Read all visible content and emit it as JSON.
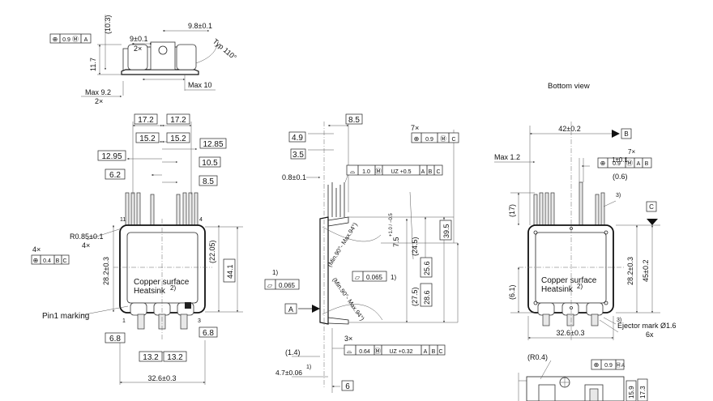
{
  "views": {
    "bottom_view_label": "Bottom view",
    "pin1_marking": "Pin1 marking",
    "heatsink_line1": "Copper surface",
    "heatsink_line2": "Heatsink",
    "heatsink_note": "2)",
    "ejector_mark": "Ejector mark Ø1.6",
    "ejector_count": "6x"
  },
  "dimensions": {
    "side_10_3": "(10.3)",
    "side_9_8": "9.8±0.1",
    "side_9": "9±0.1",
    "side_2x_a": "2×",
    "side_typ110": "Typ 110°",
    "side_11_7": "11.7",
    "side_max92": "Max 9.2",
    "side_2x_b": "2×",
    "side_max10": "Max 10",
    "top_17_2_a": "17.2",
    "top_17_2_b": "17.2",
    "top_15_2_a": "15.2",
    "top_15_2_b": "15.2",
    "top_12_95": "12.95",
    "top_12_85": "12.85",
    "top_10_5": "10.5",
    "top_6_2": "6.2",
    "top_8_5": "8.5",
    "r085": "R0.85±0.1",
    "r085_count": "4×",
    "left_4x": "4×",
    "d_28_2": "28.2±0.3",
    "d_22_05": "(22.05)",
    "d_44_1": "44.1",
    "pin11": "11",
    "pin4": "4",
    "pin1": "1",
    "pin3": "3",
    "bot_6_8_a": "6.8",
    "bot_6_8_b": "6.8",
    "bot_13_2_a": "13.2",
    "bot_13_2_b": "13.2",
    "bot_32_6": "32.6±0.3",
    "mid_4_9": "4.9",
    "mid_8_5": "8.5",
    "mid_3_5": "3.5",
    "mid_0_8": "0.8±0.1",
    "mid_7x": "7×",
    "mid_7_5": "7.5",
    "mid_7_5_tol": "+1.0 / −0.5",
    "mid_24_5": "(24.5)",
    "mid_25_6": "25.6",
    "mid_39_5": "39.5",
    "mid_27_5": "(27.5)",
    "mid_28_6": "28.6",
    "mid_angle1": "(Min.90°- Max.94°)",
    "mid_angle2": "(Min.90°- Max.94°)",
    "mid_note1a": "1)",
    "mid_note1b": "1)",
    "mid_065a": "0.065",
    "mid_065b": "0.065",
    "mid_datum_a": "A",
    "mid_3x": "3×",
    "mid_1_4": "(1.4)",
    "mid_4_7": "4.7±0.06",
    "mid_4_7_note": "1)",
    "mid_6": "6",
    "r_42": "42±0.2",
    "r_datum_b": "B",
    "r_max12": "Max 1.2",
    "r_1": "1±0.1",
    "r_7x": "7×",
    "r_0_6": "(0.6)",
    "r_17": "(17)",
    "r_note3a": "3)",
    "r_datum_c": "C",
    "r_28_2": "28.2±0.3",
    "r_45": "45±0.2",
    "r_6_1": "(6.1)",
    "r_32_6": "32.6±0.3",
    "r_note3b": "3)",
    "r_r04": "(R0.4)",
    "r_15_9": "15.9",
    "r_17_3": "17.3"
  },
  "frames": {
    "f_side": [
      "⊕",
      "0.9",
      "Ⓜ",
      "A"
    ],
    "f_left": [
      "⊕",
      "0.4",
      "B",
      "C"
    ],
    "f_mid_top": [
      "⊕",
      "0.9",
      "Ⓜ",
      "C"
    ],
    "f_mid_profile": [
      "⌓",
      "1.0",
      "Ⓜ",
      "UZ +0.5",
      "A",
      "B",
      "C"
    ],
    "f_mid_bottom": [
      "⌓",
      "0.64",
      "Ⓜ",
      "UZ +0.32",
      "A",
      "B",
      "C"
    ],
    "f_flat_a": [
      "▱",
      "0.065"
    ],
    "f_flat_b": [
      "▱",
      "0.065"
    ],
    "f_right": [
      "⊕",
      "0.9",
      "Ⓜ",
      "A",
      "B"
    ],
    "f_right_bottom": [
      "⊕",
      "0.9",
      "Ⓜ",
      "A"
    ]
  }
}
